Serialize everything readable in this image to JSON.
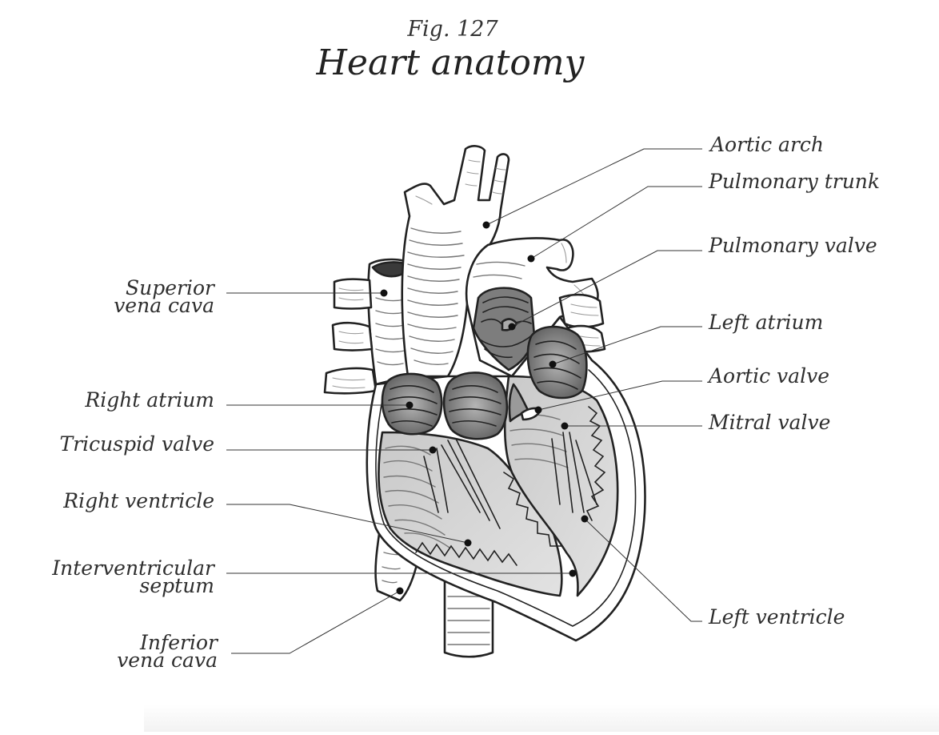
{
  "figure": {
    "number": "Fig. 127",
    "title": "Heart anatomy"
  },
  "labels": {
    "aortic_arch": "Aortic arch",
    "pulmonary_trunk": "Pulmonary trunk",
    "pulmonary_valve": "Pulmonary valve",
    "left_atrium": "Left atrium",
    "aortic_valve": "Aortic valve",
    "mitral_valve": "Mitral valve",
    "left_ventricle": "Left ventricle",
    "superior_vena_cava_1": "Superior",
    "superior_vena_cava_2": "vena cava",
    "right_atrium": "Right atrium",
    "tricuspid_valve": "Tricuspid valve",
    "right_ventricle": "Right ventricle",
    "interventricular_septum_1": "Interventricular",
    "interventricular_septum_2": "septum",
    "inferior_vena_cava_1": "Inferior",
    "inferior_vena_cava_2": "vena cava"
  },
  "colors": {
    "outline": "#222222",
    "chamber_fill": "#dcdcdc",
    "valve_fill": "#8a8a8a",
    "vessel_fill": "#ffffff"
  }
}
